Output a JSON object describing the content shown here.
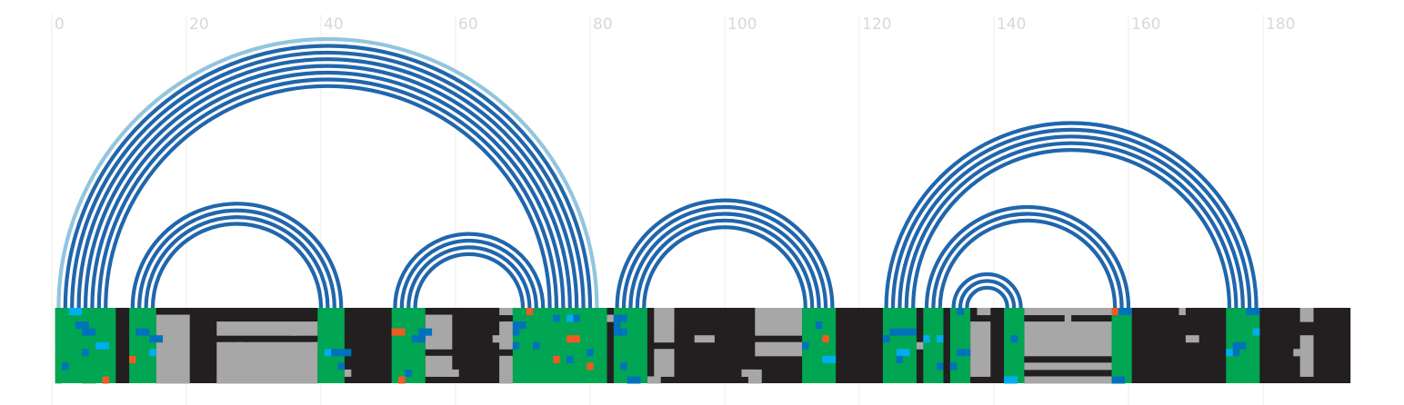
{
  "axis": {
    "range": [
      0,
      193
    ],
    "ticks": [
      {
        "value": 0,
        "label": "0"
      },
      {
        "value": 20,
        "label": "20"
      },
      {
        "value": 40,
        "label": "40"
      },
      {
        "value": 60,
        "label": "60"
      },
      {
        "value": 80,
        "label": "80"
      },
      {
        "value": 100,
        "label": "100"
      },
      {
        "value": 120,
        "label": "120"
      },
      {
        "value": 140,
        "label": "140"
      },
      {
        "value": 160,
        "label": "160"
      },
      {
        "value": 180,
        "label": "180"
      }
    ]
  },
  "colors": {
    "arc": "#2166ac",
    "arc_light": "#92c5de",
    "helix": "#00a651",
    "background": "#231f20",
    "gap": "#a7a7a7",
    "insert_blue": "#0072bc",
    "insert_cyan": "#00aeef",
    "insert_orange": "#f15a22"
  },
  "helix_blocks": [
    {
      "start": 0.5,
      "end": 9.5
    },
    {
      "start": 11.5,
      "end": 15.5
    },
    {
      "start": 39.5,
      "end": 43.5
    },
    {
      "start": 50.5,
      "end": 55.5
    },
    {
      "start": 68.5,
      "end": 82.5
    },
    {
      "start": 83.5,
      "end": 88.5
    },
    {
      "start": 111.5,
      "end": 116.5
    },
    {
      "start": 123.5,
      "end": 128.5
    },
    {
      "start": 129.5,
      "end": 132.5
    },
    {
      "start": 133.5,
      "end": 136.5
    },
    {
      "start": 141.5,
      "end": 144.5
    },
    {
      "start": 157.5,
      "end": 160.5
    },
    {
      "start": 174.5,
      "end": 179.5
    }
  ],
  "gap_blocks": [
    {
      "start": 0.5,
      "end": 1.5
    },
    {
      "start": 15.5,
      "end": 20.5
    },
    {
      "start": 24.5,
      "end": 39.5
    },
    {
      "start": 55.5,
      "end": 59.5
    },
    {
      "start": 66.5,
      "end": 68.5
    },
    {
      "start": 89.5,
      "end": 92.5
    },
    {
      "start": 104.5,
      "end": 111.5
    },
    {
      "start": 136.5,
      "end": 139.5
    },
    {
      "start": 144.5,
      "end": 157.5
    },
    {
      "start": 185.5,
      "end": 187.5
    }
  ],
  "arcs": [
    {
      "i": 1,
      "j": 81,
      "light": true
    },
    {
      "i": 2,
      "j": 80
    },
    {
      "i": 3,
      "j": 79
    },
    {
      "i": 4,
      "j": 78
    },
    {
      "i": 5,
      "j": 77
    },
    {
      "i": 6,
      "j": 76
    },
    {
      "i": 7,
      "j": 75
    },
    {
      "i": 8,
      "j": 74
    },
    {
      "i": 12,
      "j": 43
    },
    {
      "i": 13,
      "j": 42
    },
    {
      "i": 14,
      "j": 41
    },
    {
      "i": 15,
      "j": 40
    },
    {
      "i": 51,
      "j": 73
    },
    {
      "i": 52,
      "j": 72
    },
    {
      "i": 53,
      "j": 71
    },
    {
      "i": 54,
      "j": 70
    },
    {
      "i": 84,
      "j": 116
    },
    {
      "i": 85,
      "j": 115
    },
    {
      "i": 86,
      "j": 114
    },
    {
      "i": 87,
      "j": 113
    },
    {
      "i": 88,
      "j": 112
    },
    {
      "i": 124,
      "j": 179
    },
    {
      "i": 125,
      "j": 178
    },
    {
      "i": 126,
      "j": 177
    },
    {
      "i": 127,
      "j": 176
    },
    {
      "i": 128,
      "j": 175
    },
    {
      "i": 130,
      "j": 160
    },
    {
      "i": 131,
      "j": 159
    },
    {
      "i": 132,
      "j": 158
    },
    {
      "i": 134,
      "j": 144
    },
    {
      "i": 135,
      "j": 143
    },
    {
      "i": 136,
      "j": 142
    }
  ]
}
